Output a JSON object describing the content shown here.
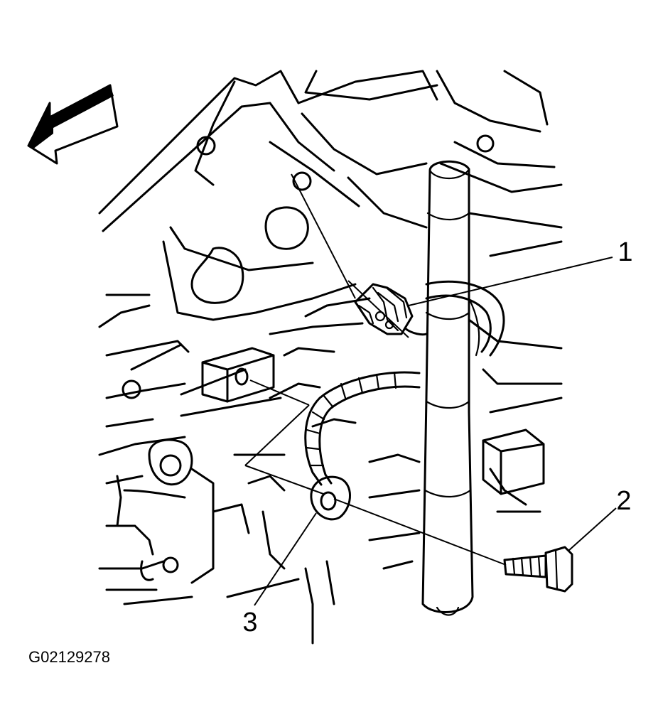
{
  "figure": {
    "id": "G02129278",
    "callouts": [
      {
        "label": "1",
        "part": "connector"
      },
      {
        "label": "2",
        "part": "bolt"
      },
      {
        "label": "3",
        "part": "ground-terminal"
      }
    ],
    "direction_icon": "front-arrow-icon"
  }
}
